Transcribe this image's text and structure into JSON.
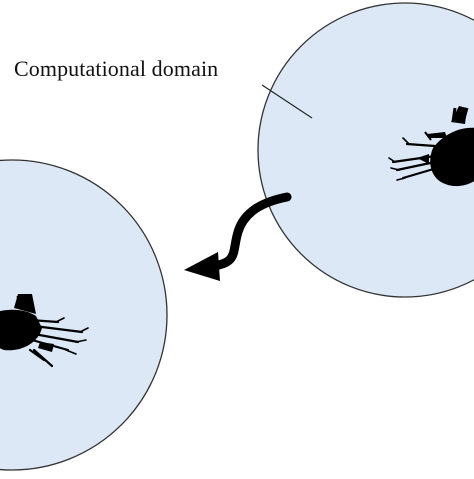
{
  "diagram": {
    "label": "Computational domain",
    "colors": {
      "domain_fill": "#dce8f5",
      "domain_stroke": "#333333",
      "ink": "#000000"
    },
    "elements": {
      "domain_right": "computational-domain-circle",
      "domain_left": "computational-domain-circle",
      "insect_icon": "flying-insect-silhouette",
      "arrow": "curved-arrow"
    }
  }
}
